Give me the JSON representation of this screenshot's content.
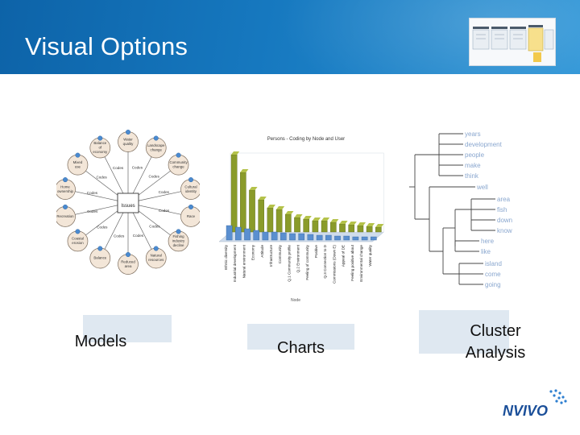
{
  "slide": {
    "title": "Visual Options"
  },
  "thumbnail": {
    "labels": [
      "",
      "",
      "",
      ""
    ]
  },
  "models": {
    "caption": "Models",
    "center_node": "Issues",
    "hub_labels": [
      "Codes",
      "Codes",
      "Codes",
      "Codes",
      "Codes",
      "Codes",
      "Codes",
      "Codes",
      "Codes",
      "Codes",
      "Codes",
      "Codes"
    ],
    "outer_nodes": [
      "Water quality",
      "Landscape change",
      "Community change",
      "Cultural identity",
      "Race",
      "Fishing industry decline",
      "Natural resources",
      "Reduced area",
      "Balance",
      "Coastal erosion",
      "Recreation",
      "Home ownership",
      "Mixed use",
      "Balance of economy"
    ]
  },
  "charts": {
    "caption": "Charts",
    "chart_title": "Persons - Coding by Node and User",
    "x_label": "Node",
    "categories": [
      "Ethnic diversity",
      "Industrial development",
      "Natural environment",
      "Economy",
      "Attitude",
      "Infrastructure",
      "Community",
      "Q.1 Community profile",
      "Q.2 Environment",
      "Feeling of community",
      "Positive",
      "Q.3 Connection to D",
      "Commissions (Down E)",
      "Appeal of DE",
      "Feeling positive about",
      "Environmental change",
      "Water quality"
    ]
  },
  "cluster": {
    "caption_line1": "Cluster",
    "caption_line2": "Analysis",
    "words": [
      "years",
      "development",
      "people",
      "make",
      "think",
      "well",
      "area",
      "fish",
      "down",
      "know",
      "here",
      "like",
      "island",
      "come",
      "going"
    ]
  },
  "logo": {
    "text": "NVIVO"
  },
  "colors": {
    "header": "#1678bf",
    "label_bg": "#dfe8f1",
    "bar_green": "#8a9b2a",
    "bar_blue": "#5a8fd0",
    "node_fill": "#f3e6d8",
    "dendro_word": "#8aa7cf",
    "logo_blue": "#1b4f99"
  }
}
